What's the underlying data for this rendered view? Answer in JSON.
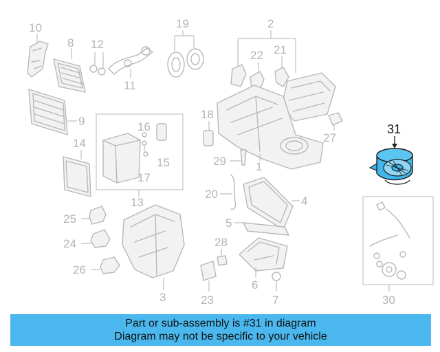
{
  "diagram": {
    "part_labels": [
      "10",
      "8",
      "12",
      "19",
      "2",
      "22",
      "21",
      "11",
      "9",
      "18",
      "16",
      "14",
      "15",
      "27",
      "17",
      "29",
      "1",
      "13",
      "20",
      "4",
      "25",
      "5",
      "24",
      "28",
      "26",
      "6",
      "3",
      "23",
      "7",
      "30"
    ],
    "highlight_label": "31",
    "highlight_color": "#3fb6ec"
  },
  "banner": {
    "line1": "Part or sub-assembly is #31 in diagram",
    "line2": "Diagram may not be specific to your vehicle",
    "background": "#4ab8ee"
  }
}
